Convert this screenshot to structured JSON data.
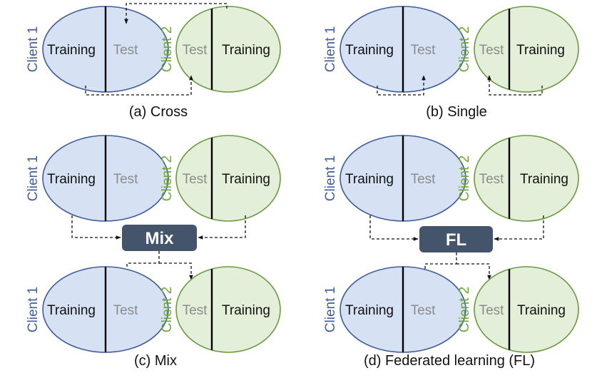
{
  "colors": {
    "client1_fill": "#d6e1f3",
    "client1_stroke": "#3f5d9a",
    "client1_label": "#3f5d9a",
    "client2_fill": "#e3efd8",
    "client2_stroke": "#6a9a3f",
    "client2_label": "#6aa832",
    "test_text": "#8c8c8c",
    "training_text": "#111111",
    "hub_fill": "#44546a"
  },
  "labels": {
    "client1": "Client 1",
    "client2": "Client 2",
    "training": "Training",
    "test": "Test"
  },
  "captions": {
    "cross": "(a) Cross",
    "single": "(b) Single",
    "mix": "(c) Mix",
    "fl": "(d) Federated learning (FL)"
  },
  "hubs": {
    "mix": "Mix",
    "fl": "FL"
  }
}
